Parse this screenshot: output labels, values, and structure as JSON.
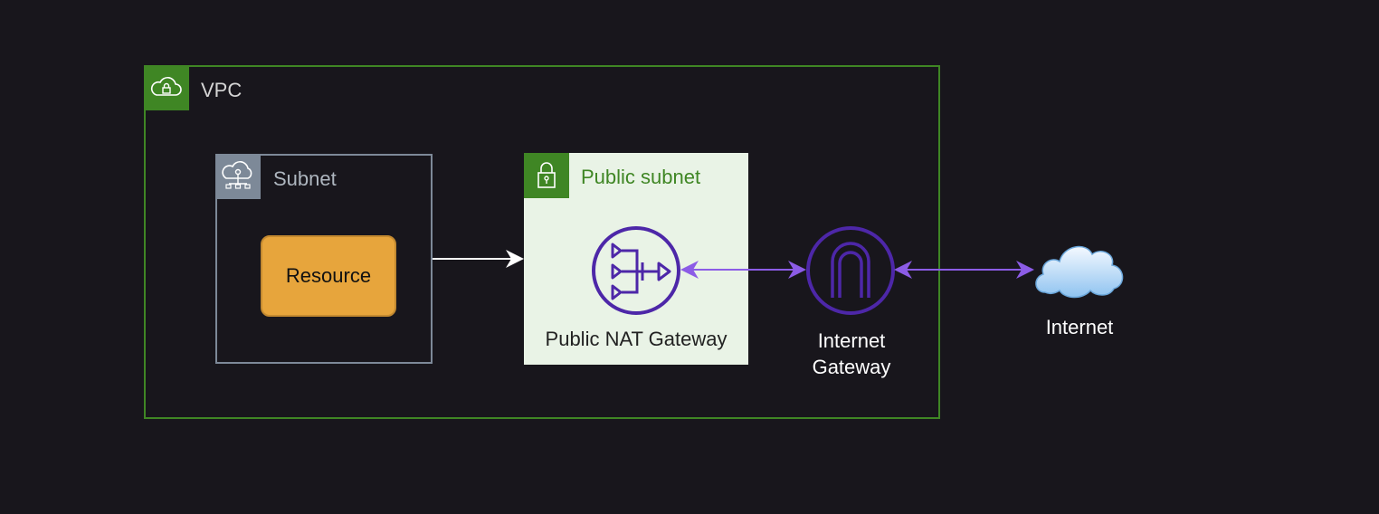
{
  "vpc": {
    "label": "VPC"
  },
  "subnet": {
    "label": "Subnet"
  },
  "resource": {
    "label": "Resource"
  },
  "public_subnet": {
    "label": "Public subnet"
  },
  "nat_gateway": {
    "label": "Public NAT Gateway"
  },
  "internet_gateway": {
    "label": "Internet Gateway"
  },
  "internet": {
    "label": "Internet"
  },
  "colors": {
    "background": "#18161c",
    "vpc_green": "#3f8624",
    "subnet_gray": "#7d8998",
    "resource_orange": "#e7a53c",
    "public_subnet_fill": "#e9f3e6",
    "aws_purple": "#4d27a8",
    "connector_purple": "#8c5ce6"
  },
  "icons": [
    "vpc-cloud-lock-icon",
    "subnet-cloud-network-icon",
    "lock-icon",
    "nat-gateway-icon",
    "internet-gateway-icon",
    "cloud-icon"
  ]
}
